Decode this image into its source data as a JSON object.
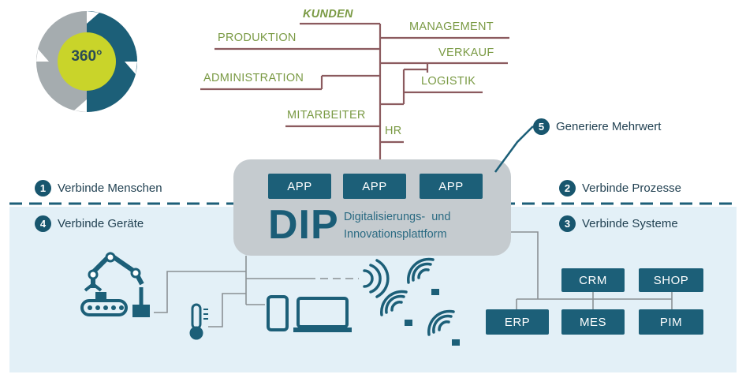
{
  "badge": {
    "label": "360°"
  },
  "tree": {
    "kunden": "KUNDEN",
    "produktion": "PRODUKTION",
    "administration": "ADMINISTRATION",
    "management": "MANAGEMENT",
    "verkauf": "VERKAUF",
    "logistik": "LOGISTIK",
    "mitarbeiter": "MITARBEITER",
    "hr": "HR"
  },
  "steps": [
    {
      "num": "1",
      "label": "Verbinde Menschen"
    },
    {
      "num": "2",
      "label": "Verbinde Prozesse"
    },
    {
      "num": "3",
      "label": "Verbinde Systeme"
    },
    {
      "num": "4",
      "label": "Verbinde Geräte"
    },
    {
      "num": "5",
      "label": "Generiere Mehrwert"
    }
  ],
  "platform": {
    "apps": [
      "APP",
      "APP",
      "APP"
    ],
    "name": "DIP",
    "subtitle_line1": "Digitalisierungs-  und",
    "subtitle_line2": "Innovationsplattform"
  },
  "systems": {
    "crm": "CRM",
    "shop": "SHOP",
    "erp": "ERP",
    "mes": "MES",
    "pim": "PIM"
  },
  "colors": {
    "dark_teal": "#1c5f78",
    "light_blue": "#e3f0f7",
    "tree_brown": "#8b5a5e",
    "tree_green": "#7a9a44",
    "lime": "#c9d42a",
    "grey": "#a5acaf"
  }
}
